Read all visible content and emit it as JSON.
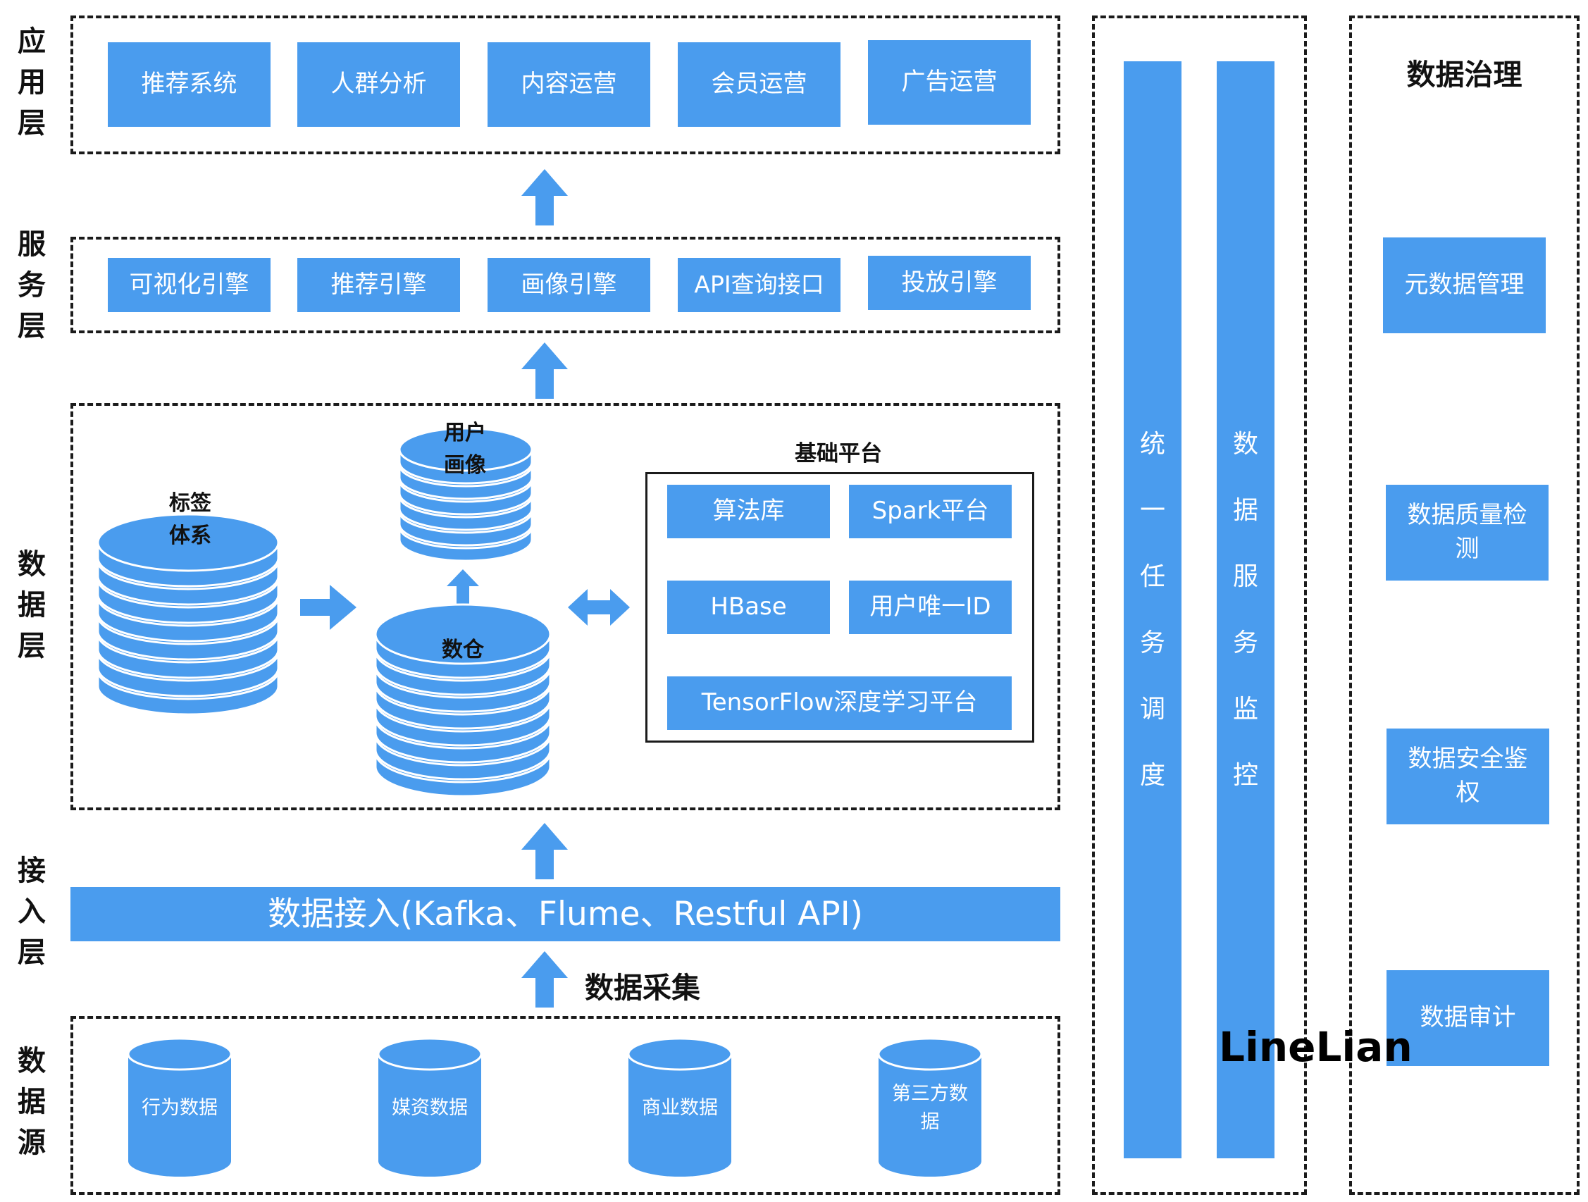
{
  "layers": {
    "app": "应用层",
    "service": "服务层",
    "data": "数据层",
    "ingest": "接入层",
    "source": "数据源"
  },
  "app_layer": [
    "推荐系统",
    "人群分析",
    "内容运营",
    "会员运营",
    "广告运营"
  ],
  "service_layer": [
    "可视化引擎",
    "推荐引擎",
    "画像引擎",
    "API查询接口",
    "投放引擎"
  ],
  "data_layer": {
    "tag_system": [
      "标签",
      "体系"
    ],
    "user_profile": [
      "用户",
      "画像"
    ],
    "warehouse": "数仓",
    "platform_title": "基础平台",
    "platform": [
      "算法库",
      "Spark平台",
      "HBase",
      "用户唯一ID",
      "TensorFlow深度学习平台"
    ]
  },
  "ingest_bar": "数据接入(Kafka、Flume、Restful API)",
  "collect_label": "数据采集",
  "sources": [
    "行为数据",
    "媒资数据",
    "商业数据",
    [
      "第三方数",
      "据"
    ]
  ],
  "middle": {
    "scheduler": [
      "统",
      "一",
      "任",
      "务",
      "调",
      "度"
    ],
    "monitor": [
      "数",
      "据",
      "服",
      "务",
      "监",
      "控"
    ]
  },
  "governance": {
    "title": "数据治理",
    "items": [
      [
        "元数据管理"
      ],
      [
        "数据质量检",
        "测"
      ],
      [
        "数据安全鉴",
        "权"
      ],
      [
        "数据审计"
      ]
    ]
  },
  "watermark": "LineLian",
  "colors": {
    "box": "#4a9cee",
    "border": "#1b1b1b"
  }
}
